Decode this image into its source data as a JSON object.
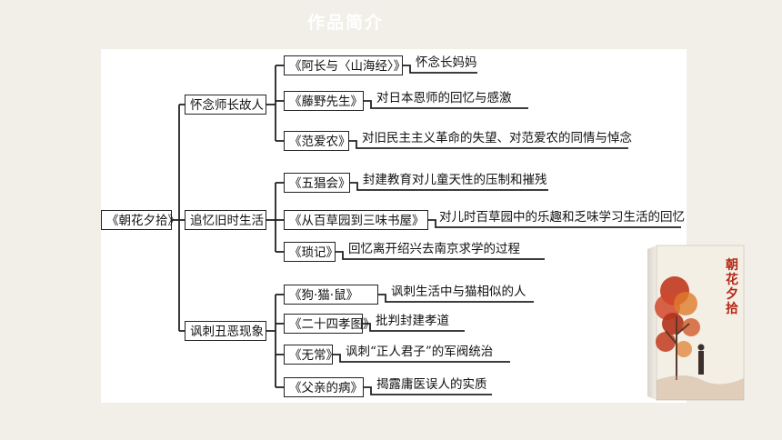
{
  "page": {
    "title": "作品简介"
  },
  "root": {
    "label": "《朝花夕拾》"
  },
  "groups": [
    {
      "label": "怀念师长故人",
      "items": [
        {
          "work": "《阿长与〈山海经〉》",
          "desc": "怀念长妈妈"
        },
        {
          "work": "《藤野先生》",
          "desc": "对日本恩师的回忆与感激"
        },
        {
          "work": "《范爱农》",
          "desc": "对旧民主主义革命的失望、对范爱农的同情与悼念"
        }
      ]
    },
    {
      "label": "追忆旧时生活",
      "items": [
        {
          "work": "《五猖会》",
          "desc": "封建教育对儿童天性的压制和摧残"
        },
        {
          "work": "《从百草园到三味书屋》",
          "desc": "对儿时百草园中的乐趣和乏味学习生活的回忆"
        },
        {
          "work": "《琐记》",
          "desc": "回忆离开绍兴去南京求学的过程"
        }
      ]
    },
    {
      "label": "讽刺丑恶现象",
      "items": [
        {
          "work": "《狗·猫·鼠》",
          "desc": "讽刺生活中与猫相似的人"
        },
        {
          "work": "《二十四孝图》",
          "desc": "批判封建孝道"
        },
        {
          "work": "《无常》",
          "desc": "讽刺“正人君子”的军阀统治"
        },
        {
          "work": "《父亲的病》",
          "desc": "揭露庸医误人的实质"
        }
      ]
    }
  ],
  "book_cover": {
    "title": "朝花夕拾",
    "colors": {
      "red": "#c0391e",
      "orange": "#e07a2a",
      "paper": "#f4efe4"
    }
  }
}
